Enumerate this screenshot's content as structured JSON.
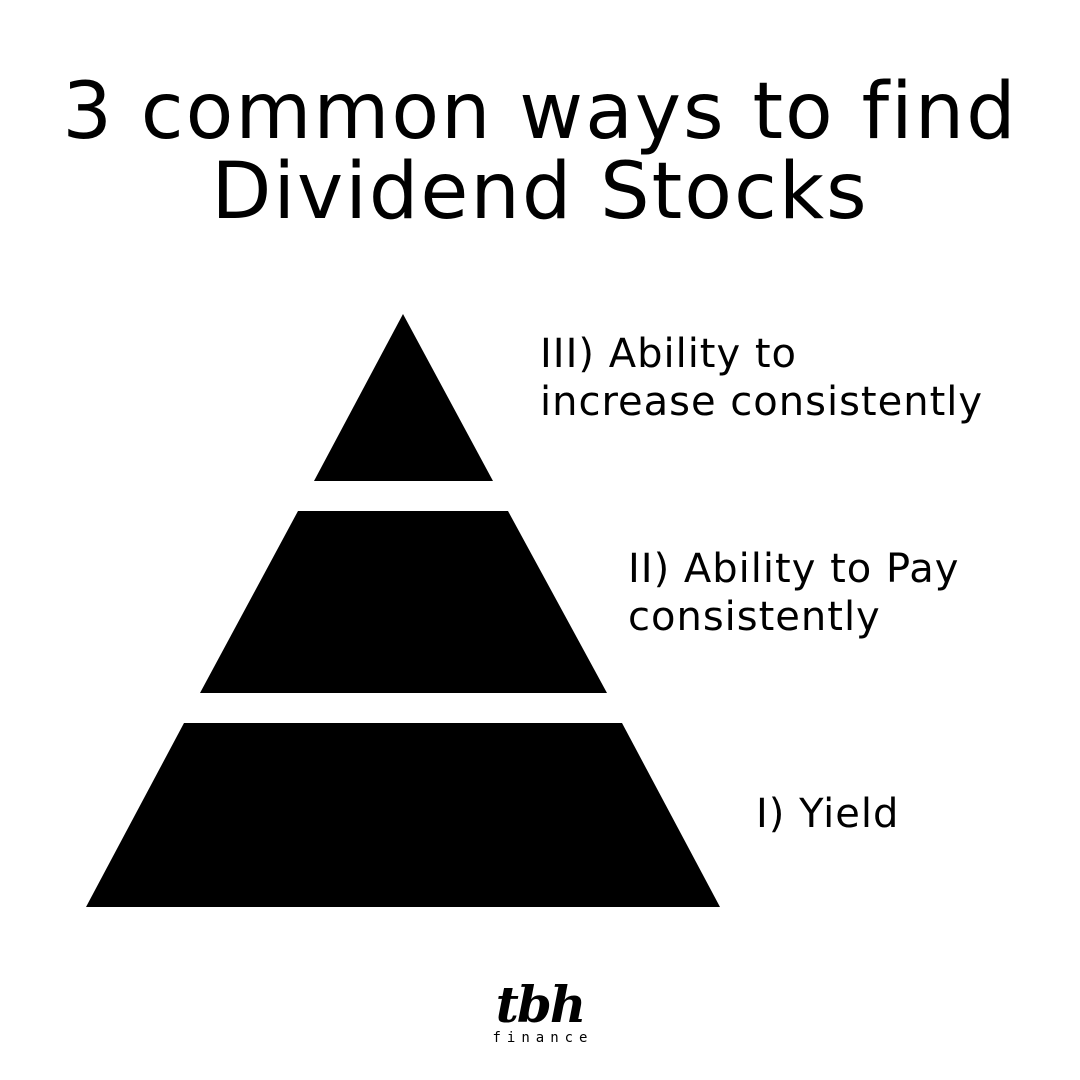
{
  "title": {
    "line1": "3 common ways to find",
    "line2": "Dividend Stocks"
  },
  "tiers": [
    {
      "lines": [
        "I) Yield"
      ]
    },
    {
      "lines": [
        "II) Ability to Pay",
        "consistently"
      ]
    },
    {
      "lines": [
        "III) Ability to",
        "increase consistently"
      ]
    }
  ],
  "logo": {
    "mark": "tbh",
    "sub": "finance"
  },
  "colors": {
    "pyramid": "#000000",
    "background": "#ffffff",
    "text": "#000000"
  }
}
